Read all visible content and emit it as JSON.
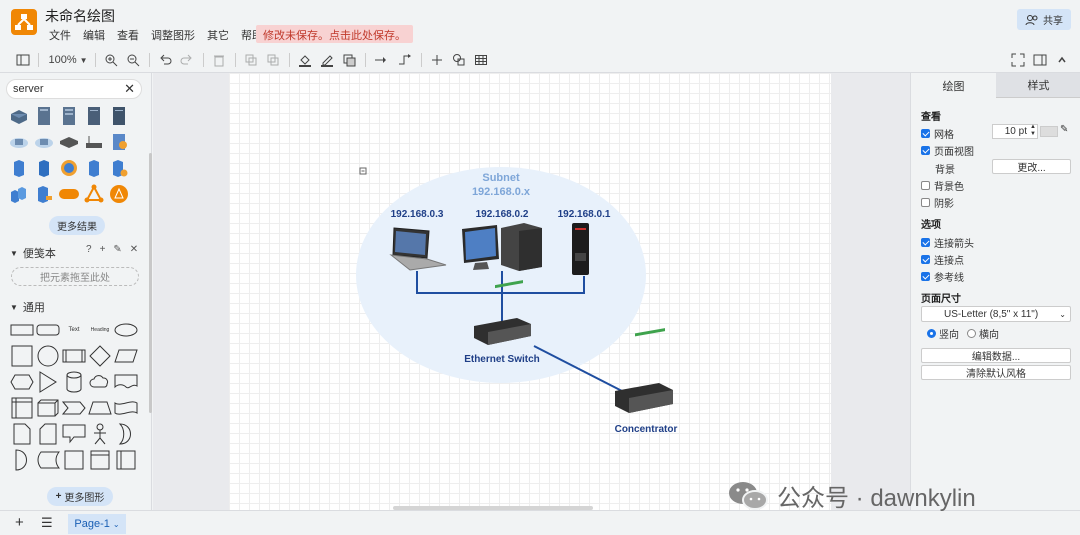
{
  "app": {
    "title": "未命名绘图",
    "unsaved": "修改未保存。点击此处保存。",
    "share": "共享"
  },
  "menu": [
    "文件",
    "编辑",
    "查看",
    "调整图形",
    "其它",
    "帮助"
  ],
  "toolbar": {
    "zoom": "100%"
  },
  "sidebar": {
    "search_value": "server",
    "more_results": "更多结果",
    "scratchpad": "便笺本",
    "drop_hint": "把元素拖至此处",
    "general": "通用",
    "more_shapes": "更多图形",
    "shape_text": "Text",
    "shape_heading": "Heading"
  },
  "diagram": {
    "subnet_title": "Subnet",
    "subnet_ip": "192.168.0.x",
    "ip1": "192.168.0.3",
    "ip2": "192.168.0.2",
    "ip3": "192.168.0.1",
    "switch": "Ethernet Switch",
    "concentrator": "Concentrator"
  },
  "panel": {
    "tab_diagram": "绘图",
    "tab_style": "样式",
    "view": "查看",
    "grid": "网格",
    "grid_size": "10 pt",
    "page_view": "页面视图",
    "background": "背景",
    "change": "更改...",
    "bg_color": "背景色",
    "shadow": "阴影",
    "options": "选项",
    "connect_arrows": "连接箭头",
    "connect_points": "连接点",
    "guides": "参考线",
    "page_size": "页面尺寸",
    "paper": "US-Letter (8,5\" x 11\")",
    "portrait": "竖向",
    "landscape": "横向",
    "edit_data": "编辑数据...",
    "clear_style": "清除默认风格"
  },
  "bottom": {
    "page": "Page-1"
  },
  "watermark": "公众号 · dawnkylin"
}
